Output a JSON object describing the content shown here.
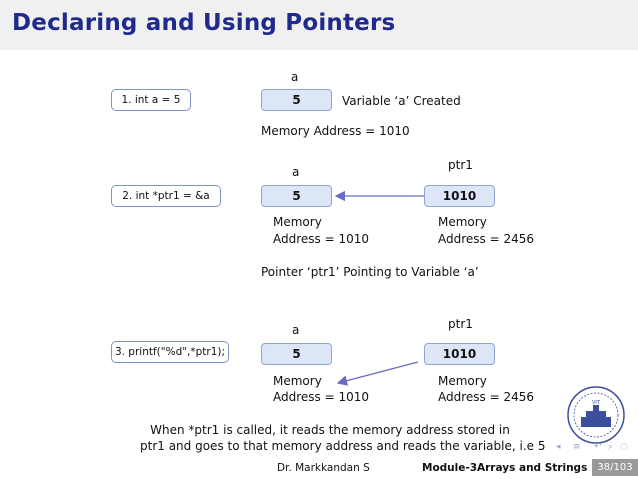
{
  "title": "Declaring and Using Pointers",
  "steps": [
    {
      "code": "1. int a = 5"
    },
    {
      "code": "2. int *ptr1 = &a"
    },
    {
      "code": "3. printf(\"%d\",*ptr1);"
    }
  ],
  "row1": {
    "var_name": "a",
    "var_value": "5",
    "note": "Variable ‘a’ Created",
    "address": "Memory Address = 1010"
  },
  "row2": {
    "var_name": "a",
    "var_value": "5",
    "ptr_name": "ptr1",
    "ptr_value": "1010",
    "var_mem_line1": "Memory",
    "var_mem_line2": "Address = 1010",
    "ptr_mem_line1": "Memory",
    "ptr_mem_line2": "Address = 2456",
    "caption": "Pointer ‘ptr1’ Pointing to Variable ‘a’"
  },
  "row3": {
    "var_name": "a",
    "var_value": "5",
    "ptr_name": "ptr1",
    "ptr_value": "1010",
    "var_mem_line1": "Memory",
    "var_mem_line2": "Address = 1010",
    "ptr_mem_line1": "Memory",
    "ptr_mem_line2": "Address = 2456"
  },
  "explanation": {
    "line1": "When *ptr1 is called, it reads the memory address stored in",
    "line2": "ptr1 and goes to that memory address and reads the variable, i.e 5"
  },
  "footer": {
    "author": "Dr. Markkandan S",
    "module": "Module-3",
    "module_title": "Arrays and Strings",
    "page": "38/103"
  },
  "logo": {
    "text": "VIT"
  },
  "colors": {
    "title": "#1f2a8c",
    "box_fill": "#dde6f6",
    "box_border": "#8fa6d4",
    "arrow": "#6b6bc4"
  }
}
